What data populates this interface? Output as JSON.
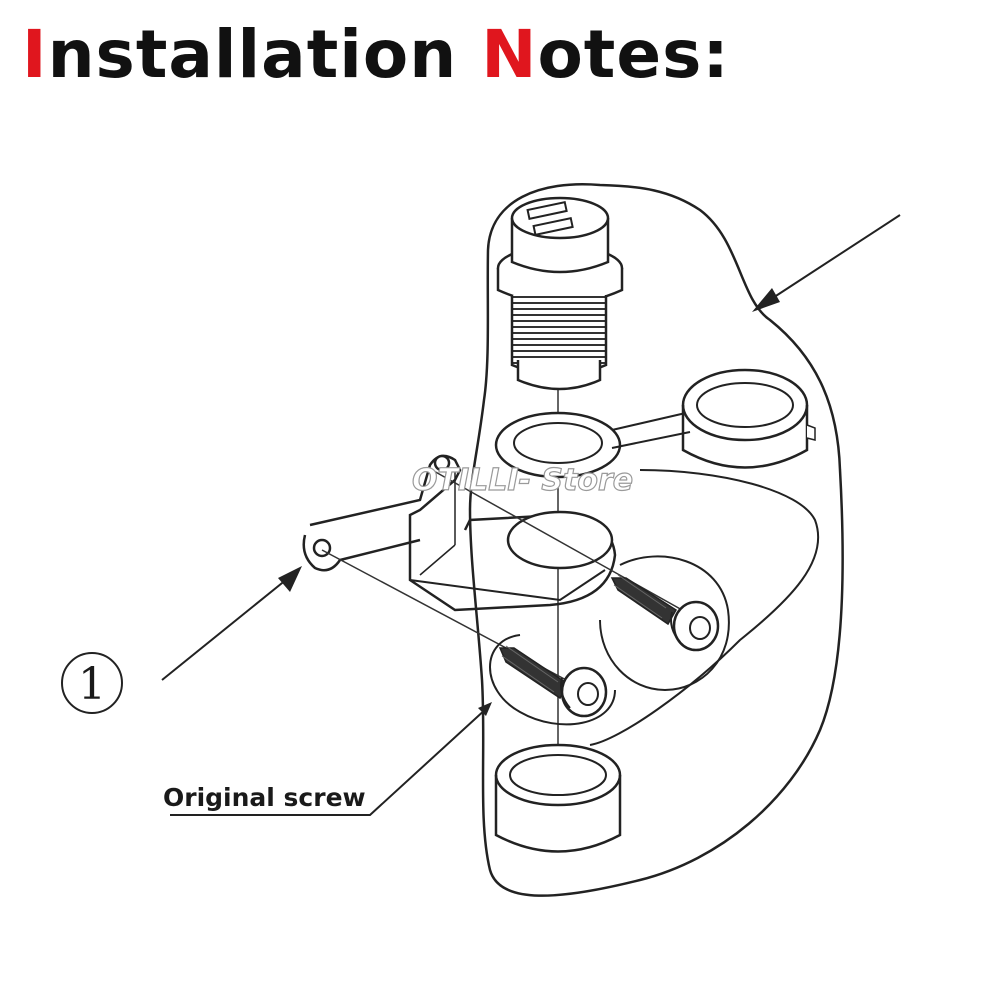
{
  "title": {
    "parts": [
      {
        "text": "I",
        "accent": true
      },
      {
        "text": "nstallation ",
        "accent": false
      },
      {
        "text": "N",
        "accent": true
      },
      {
        "text": "otes:",
        "accent": false
      }
    ]
  },
  "labels": {
    "callout_number": "1",
    "original_screw": "Original screw",
    "watermark": "OTILLI- Store"
  },
  "colors": {
    "accent": "#e0161e",
    "text": "#111111",
    "line": "#222222"
  }
}
